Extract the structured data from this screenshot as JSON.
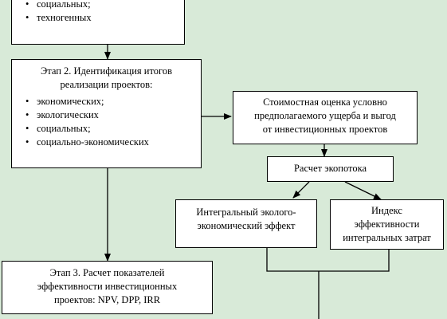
{
  "stage1": {
    "items": [
      "социальных;",
      "техногенных"
    ]
  },
  "stage2": {
    "title": "Этап 2. Идентификация итогов реализации проектов:",
    "items": [
      "экономических;",
      "экологических",
      "социальных;",
      "социально-экономических"
    ]
  },
  "cost_estimate": {
    "text": "Стоимостная оценка условно предполагаемого ущерба и выгод от инвестиционных проектов"
  },
  "eco_flow": {
    "text": "Расчет экопотока"
  },
  "integral_effect": {
    "text": "Интегральный эколого-экономический эффект"
  },
  "efficiency_index": {
    "text": "Индекс эффективности интегральных затрат"
  },
  "stage3": {
    "text": "Этап 3. Расчет показателей эффективности инвестиционных проектов: NPV, DPP, IRR"
  },
  "colors": {
    "background": "#d8ead8",
    "box_fill": "#ffffff",
    "stroke": "#000000"
  }
}
